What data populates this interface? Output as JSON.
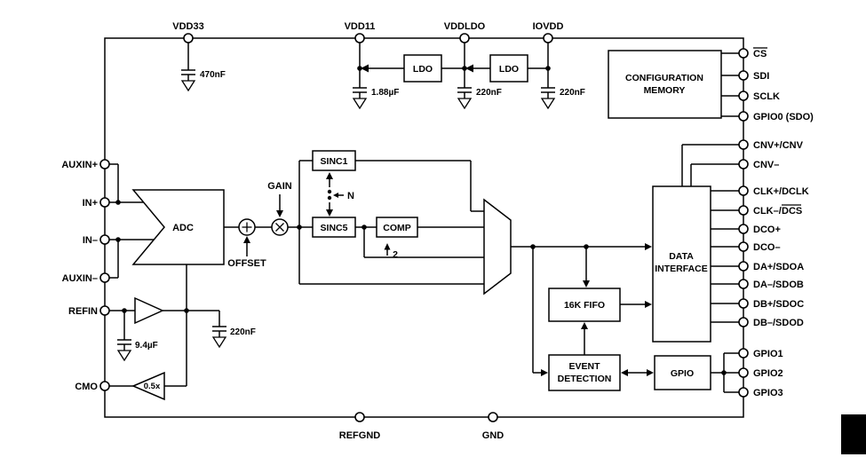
{
  "colors": {
    "line": "#000000",
    "background": "#ffffff",
    "page_marker": "#000000"
  },
  "pins": {
    "top": [
      "VDD33",
      "VDD11",
      "VDDLDO",
      "IOVDD"
    ],
    "left": [
      "AUXIN+",
      "IN+",
      "IN–",
      "AUXIN–",
      "REFIN",
      "CMO"
    ],
    "right": {
      "cs": "CS",
      "sdi": "SDI",
      "sclk": "SCLK",
      "gpio0": "GPIO0 (SDO)",
      "cnv_p": "CNV+/CNV",
      "cnv_n": "CNV–",
      "clk_p": "CLK+/DCLK",
      "clk_n_prefix": "CLK–/",
      "clk_n_dcs": "DCS",
      "dco_p": "DCO+",
      "dco_n": "DCO–",
      "da_p": "DA+/SDOA",
      "da_n": "DA–/SDOB",
      "db_p": "DB+/SDOC",
      "db_n": "DB–/SDOD",
      "gpio1": "GPIO1",
      "gpio2": "GPIO2",
      "gpio3": "GPIO3"
    },
    "bottom": [
      "REFGND",
      "GND"
    ]
  },
  "blocks": {
    "adc": "ADC",
    "ldo1": "LDO",
    "ldo2": "LDO",
    "config_memory": [
      "CONFIGURATION",
      "MEMORY"
    ],
    "sinc1": "SINC1",
    "sinc5": "SINC5",
    "comp": "COMP",
    "fifo": "16K FIFO",
    "event_detection": [
      "EVENT",
      "DETECTION"
    ],
    "gpio": "GPIO",
    "data_interface": [
      "DATA",
      "INTERFACE"
    ]
  },
  "labels": {
    "gain": "GAIN",
    "offset": "OFFSET",
    "n": "N",
    "upsample_factor": "2",
    "half_gain": "0.5x"
  },
  "capacitors": {
    "vdd33": "470nF",
    "vdd11": "1.88µF",
    "vddldo": "220nF",
    "iovdd": "220nF",
    "refin": "9.4µF",
    "refbuf": "220nF"
  }
}
